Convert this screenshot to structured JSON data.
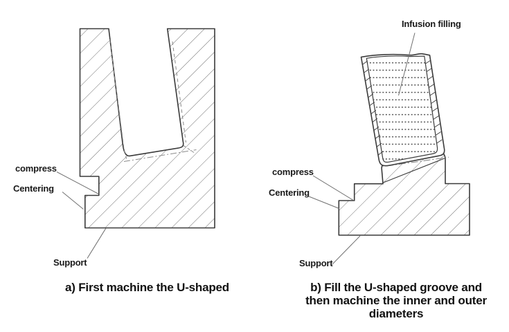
{
  "figure": {
    "type": "technical-diagram",
    "description": "Two-step machining process of a U-shaped ring on a support fixture",
    "colors": {
      "background": "#ffffff",
      "outline": "#3a3a3a",
      "hatch_line": "#5f5f5f",
      "leader_line": "#707070",
      "dashed_profile": "#8a8a8a",
      "text": "#1a1a1a",
      "infill_dot": "#3c3c3c"
    },
    "panel_a": {
      "caption": "a) First machine the U-shaped",
      "labels": {
        "compress": "compress",
        "centering": "Centering",
        "support": "Support"
      }
    },
    "panel_b": {
      "caption_line1": "b) Fill the U-shaped groove and",
      "caption_line2": "then machine the inner and outer",
      "caption_line3": "diameters",
      "labels": {
        "infusion": "Infusion filling",
        "compress": "compress",
        "centering": "Centering",
        "support": "Support"
      }
    }
  }
}
